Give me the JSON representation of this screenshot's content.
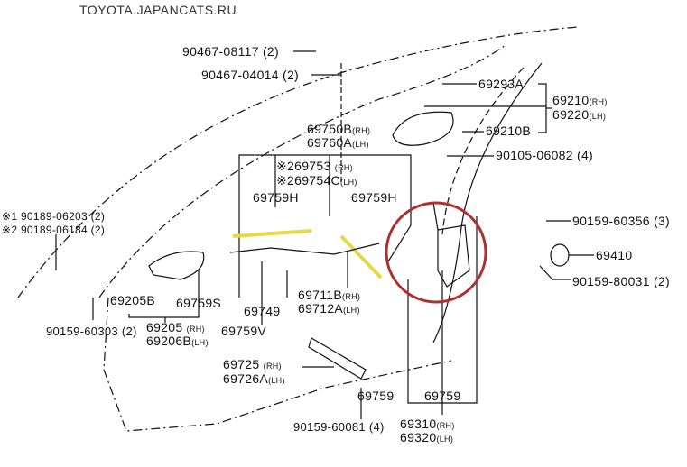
{
  "title": "TOYOTA.JAPANCATS.RU",
  "colors": {
    "highlight_circle": "#b03030",
    "highlight_rod": "#e6d84a",
    "ink": "#111111"
  },
  "labels": {
    "l1": "90467-08117 (2)",
    "l2": "90467-04014 (2)",
    "l3": "69293A",
    "l4a": "69210",
    "l4a_s": "(RH)",
    "l4b": "69220",
    "l4b_s": "(LH)",
    "l5a": "69750B",
    "l5a_s": "(RH)",
    "l5b": "69760A",
    "l5b_s": "(LH)",
    "l6": "69210B",
    "l7": "90105-06082 (4)",
    "l8a": "※269753",
    "l8a_s": "(RH)",
    "l8b": "※269754C",
    "l8b_s": "(LH)",
    "l9a": "69759H",
    "l9b": "69759H",
    "l10a": "※1 90189-06203 (2)",
    "l10b": "※2 90189-06184 (2)",
    "l11": "90159-60356 (3)",
    "l12": "69410",
    "l13": "90159-80031 (2)",
    "l14": "69205B",
    "l15": "69759S",
    "l16a": "69711B",
    "l16a_s": "(RH)",
    "l16b": "69712A",
    "l16b_s": "(LH)",
    "l17": "69749",
    "l18": "90159-60303 (2)",
    "l19a": "69205",
    "l19a_s": "(RH)",
    "l19b": "69206B",
    "l19b_s": "(LH)",
    "l20": "69759V",
    "l21a": "69725",
    "l21a_s": "(RH)",
    "l21b": "69726A",
    "l21b_s": "(LH)",
    "l22a": "69759",
    "l22b": "69759",
    "l23": "90159-60081 (4)",
    "l24a": "69310",
    "l24a_s": "(RH)",
    "l24b": "69320",
    "l24b_s": "(LH)"
  }
}
